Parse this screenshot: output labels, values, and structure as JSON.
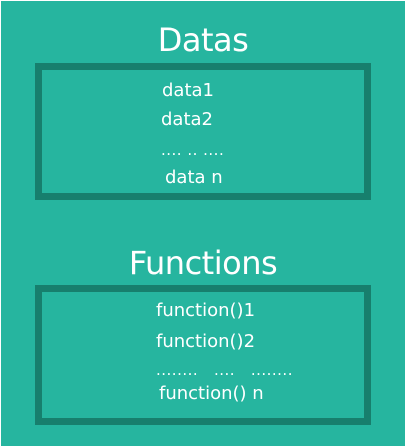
{
  "colors": {
    "background": "#26b59f",
    "box_border": "#177f6d",
    "text": "#ffffff"
  },
  "datas": {
    "title": "Datas",
    "items": [
      "data1",
      "data2",
      ".... .. ....",
      "data n"
    ]
  },
  "functions": {
    "title": "Functions",
    "items": [
      "function()1",
      "function()2",
      "........   ....   ........",
      "function() n"
    ]
  }
}
